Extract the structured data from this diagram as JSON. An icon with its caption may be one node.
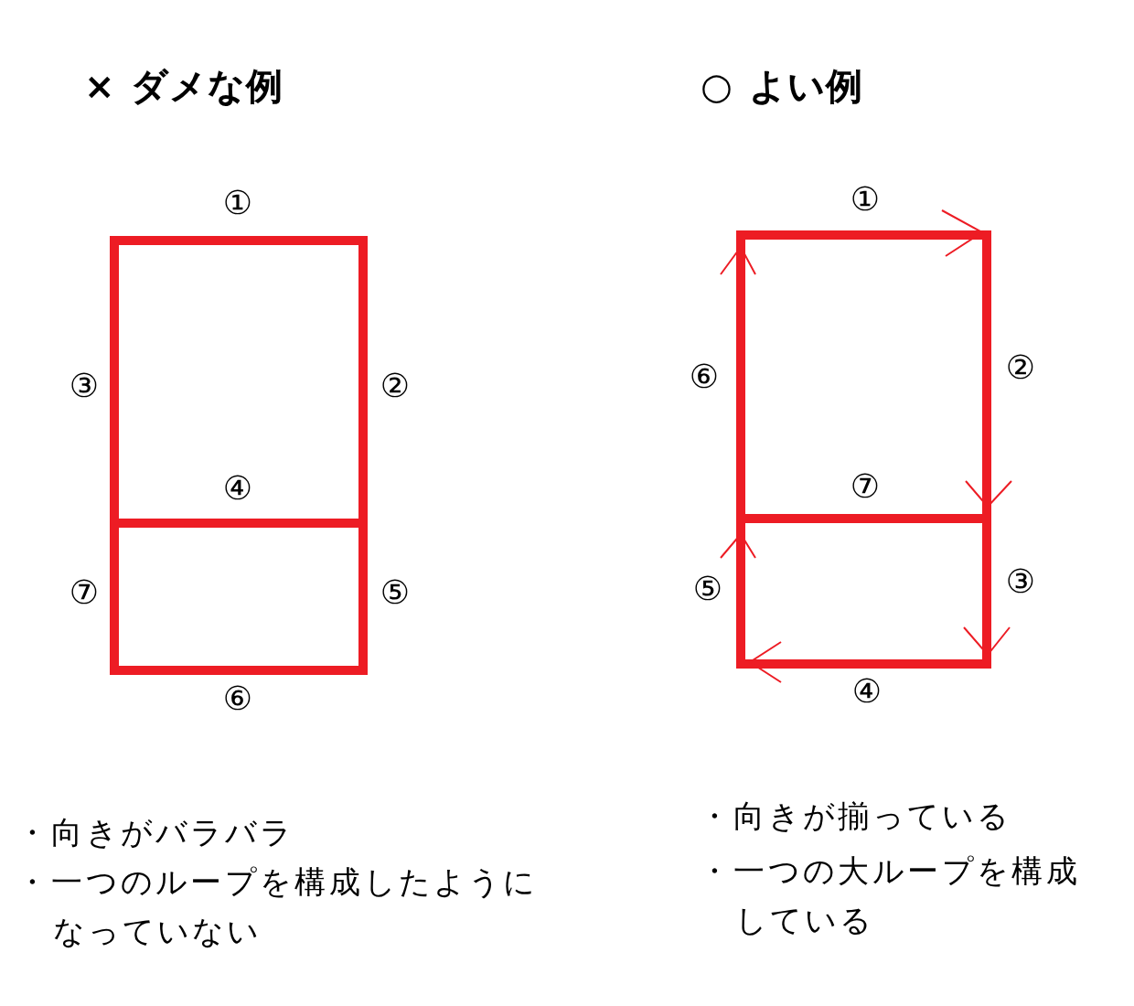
{
  "diagram": {
    "labels": [
      "× ダメな例",
      "①",
      "③",
      "②",
      "④",
      "⑦",
      "⑤",
      "⑥",
      "・向きがバラバラ",
      "・一つのループを構成したようになっていない",
      "○ よい例",
      "①",
      "⑥",
      "②",
      "⑦",
      "⑤",
      "③",
      "④",
      "・向きが揃っている",
      "・一つの大ループを構成している"
    ]
  }
}
